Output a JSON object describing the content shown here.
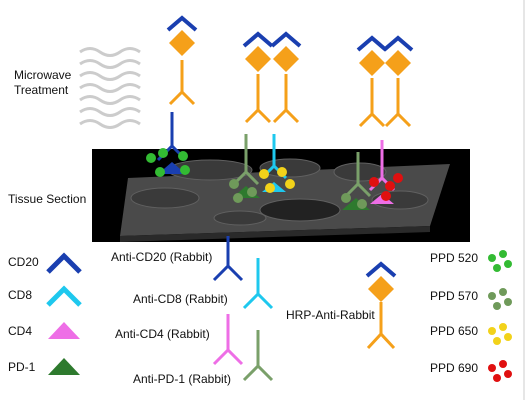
{
  "labels": {
    "microwave_line1": "Microwave",
    "microwave_line2": "Treatment",
    "tissue_section": "Tissue Section",
    "hrp": "HRP-Anti-Rabbit"
  },
  "targets": [
    {
      "name": "CD20",
      "color": "#1a3fb0"
    },
    {
      "name": "CD8",
      "color": "#1ec8ee"
    },
    {
      "name": "CD4",
      "color": "#ee6ee6"
    },
    {
      "name": "PD-1",
      "color": "#2e7a2e"
    }
  ],
  "antibodies": [
    {
      "label": "Anti-CD20 (Rabbit)",
      "color": "#1a3fb0"
    },
    {
      "label": "Anti-CD8 (Rabbit)",
      "color": "#1ec8ee"
    },
    {
      "label": "Anti-CD4 (Rabbit)",
      "color": "#ee6ee6"
    },
    {
      "label": "Anti-PD-1 (Rabbit)",
      "color": "#7aa06a"
    }
  ],
  "fluorophores": [
    {
      "label": "PPD 520",
      "color": "#33bb33"
    },
    {
      "label": "PPD 570",
      "color": "#6f9a5a"
    },
    {
      "label": "PPD 650",
      "color": "#f2d21a"
    },
    {
      "label": "PPD 690",
      "color": "#e01010"
    }
  ],
  "colors": {
    "hrp_body": "#f5a01a",
    "hrp_cap": "#1a3fb0",
    "microwave_waves": "#cccccc",
    "tissue_bg": "#000000",
    "tissue_surface": "#4a4a4a"
  }
}
